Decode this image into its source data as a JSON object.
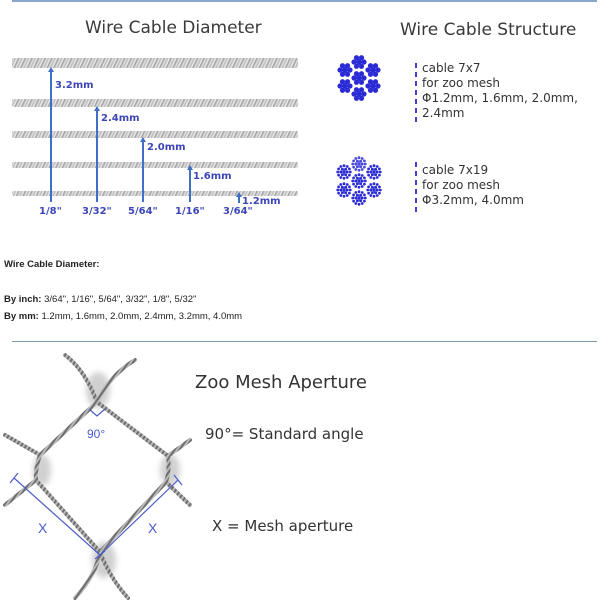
{
  "diameter_panel": {
    "title": "Wire Cable Diameter",
    "cables": [
      {
        "mm": "3.2mm",
        "inch": "1/8\""
      },
      {
        "mm": "2.4mm",
        "inch": "3/32\""
      },
      {
        "mm": "2.0mm",
        "inch": "5/64\""
      },
      {
        "mm": "1.6mm",
        "inch": "1/16\""
      },
      {
        "mm": "1.2mm",
        "inch": "3/64\""
      }
    ],
    "annotation_color": "#3d46b8"
  },
  "structure_panel": {
    "title": "Wire Cable Structure",
    "items": [
      {
        "icon": "cable-7x7-cross-section",
        "lines": [
          "cable 7x7",
          "for zoo mesh",
          "Φ1.2mm, 1.6mm, 2.0mm,",
          "2.4mm"
        ]
      },
      {
        "icon": "cable-7x19-cross-section",
        "lines": [
          "cable 7x19",
          "for zoo mesh",
          "Φ3.2mm, 4.0mm"
        ]
      }
    ],
    "strand_color": "#2a2ad6"
  },
  "diameter_text": {
    "heading": "Wire Cable Diameter:",
    "by_inch_label": "By inch:",
    "by_inch_values": " 3/64\", 1/16\", 5/64\", 3/32\", 1/8\", 5/32\"",
    "by_mm_label": "By mm:",
    "by_mm_values": " 1.2mm, 1.6mm, 2.0mm, 2.4mm, 3.2mm, 4.0mm"
  },
  "aperture_panel": {
    "title": "Zoo Mesh Aperture",
    "angle_label": "90°",
    "angle_text": "90°= Standard angle",
    "x_label": "X",
    "aperture_text": "X = Mesh aperture"
  }
}
